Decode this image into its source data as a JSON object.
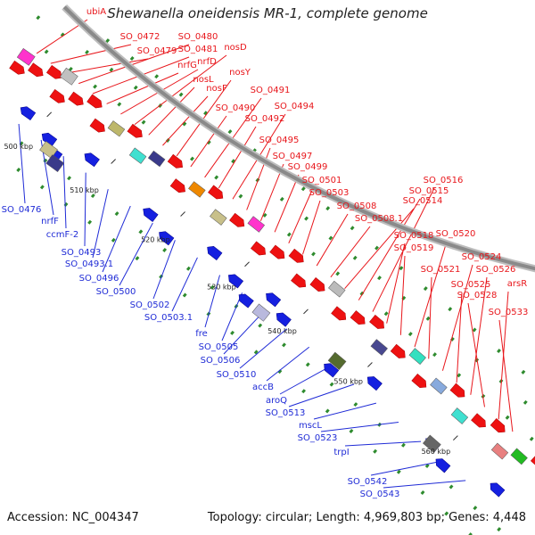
{
  "title": "Shewanella oneidensis MR-1, complete genome",
  "accession": "Accession: NC_004347",
  "summary": "Topology: circular; Length: 4,969,803 bp; Genes: 4,448",
  "colors": {
    "forward_label": "#e8161b",
    "reverse_label": "#1f2bd6",
    "backbone": "#8a8a8a",
    "tick": "#2e8b2e",
    "gene_red": "#ee1111",
    "gene_blue": "#1520e0"
  },
  "ruler": [
    "500 kbp",
    "510 kbp",
    "520 kbp",
    "530 kbp",
    "540 kbp",
    "550 kbp",
    "560 kbp"
  ],
  "forward_genes": [
    "ubiA",
    "SO_0472",
    "SO_0479",
    "SO_0480",
    "SO_0481",
    "nrfG",
    "nrfD",
    "nosD",
    "nosL",
    "nosF",
    "nosY",
    "SO_0490",
    "SO_0491",
    "SO_0492",
    "SO_0494",
    "SO_0495",
    "SO_0497",
    "SO_0499",
    "SO_0501",
    "SO_0503",
    "SO_0508",
    "SO_0508.1",
    "SO_0514",
    "SO_0515",
    "SO_0516",
    "SO_0518",
    "SO_0519",
    "SO_0520",
    "SO_0521",
    "SO_0524",
    "SO_0525",
    "SO_0526",
    "SO_0528",
    "arsR",
    "SO_0533"
  ],
  "reverse_genes": [
    "SO_0476",
    "nrfF",
    "ccmF-2",
    "SO_0493",
    "SO_0493.1",
    "SO_0496",
    "SO_0500",
    "SO_0502",
    "SO_0503.1",
    "fre",
    "SO_0505",
    "SO_0506",
    "SO_0510",
    "accB",
    "aroQ",
    "SO_0513",
    "mscL",
    "SO_0523",
    "trpI",
    "SO_0542",
    "SO_0543"
  ]
}
